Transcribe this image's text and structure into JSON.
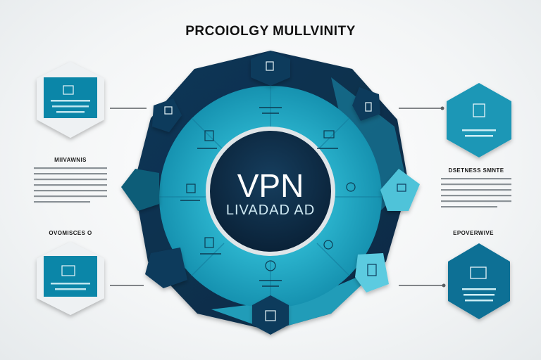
{
  "title": "PRCOIOLGY MULLVINITY",
  "center": {
    "main": "VPN",
    "sub": "LIVADAD AD"
  },
  "left_labels": {
    "top": "MIIVAWNIS",
    "bottom": "OVOMISCES O"
  },
  "right_labels": {
    "top": "DSETNESS SMNTE",
    "bottom": "EPOVERWIVE"
  },
  "colors": {
    "navy": "#0b3556",
    "teal": "#1aa3bf",
    "light_teal": "#4fc3d9",
    "dark": "#0a2238"
  },
  "icons": [
    "document-icon",
    "shield-icon",
    "folder-icon",
    "laptop-icon",
    "lock-icon",
    "key-icon",
    "globe-icon",
    "server-icon"
  ]
}
